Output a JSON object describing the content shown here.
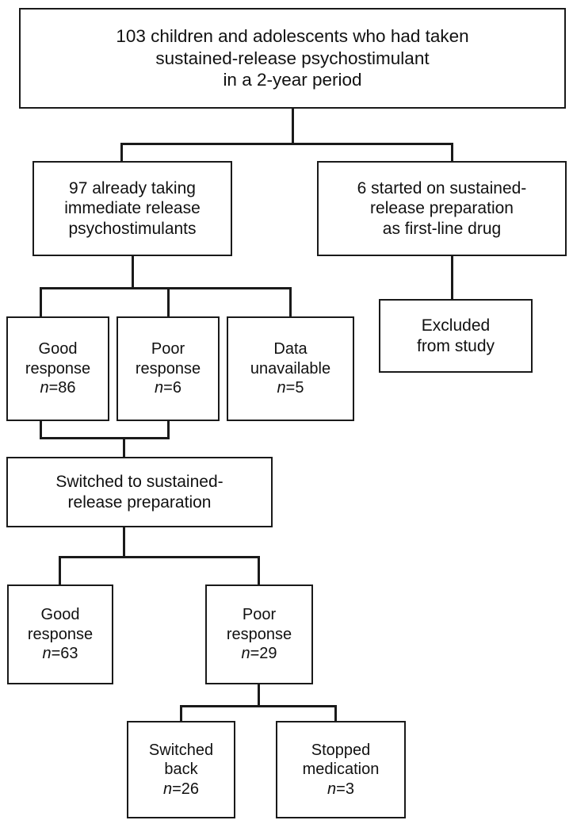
{
  "diagram": {
    "title": "Study flow of children and adolescents taking sustained-release psychostimulant",
    "type": "flowchart",
    "line_color": "#1a1a1a",
    "background_color": "#ffffff"
  },
  "nodes": {
    "cohort": {
      "id": "cohort",
      "lines": [
        "103 children and adolescents who had taken",
        "sustained-release psychostimulant",
        "in a 2-year period"
      ],
      "count": 103
    },
    "already_taking": {
      "id": "already-taking-immediate-release",
      "lines": [
        "97 already taking",
        "immediate release",
        "psychostimulants"
      ],
      "count": 97
    },
    "started_sustained": {
      "id": "started-on-sustained-release",
      "lines": [
        "6 started on sustained-",
        "release preparation",
        "as first-line drug"
      ],
      "count": 6
    },
    "excluded": {
      "id": "excluded-from-study",
      "lines": [
        "Excluded",
        "from study"
      ]
    },
    "good_86": {
      "id": "good-response-86",
      "lines": [
        "Good",
        "response"
      ],
      "n_prefix": "n",
      "n_value": "=86",
      "count": 86
    },
    "poor_6": {
      "id": "poor-response-6",
      "lines": [
        "Poor",
        "response"
      ],
      "n_prefix": "n",
      "n_value": "=6",
      "count": 6
    },
    "data_unavailable_5": {
      "id": "data-unavailable-5",
      "lines": [
        "Data",
        "unavailable"
      ],
      "n_prefix": "n",
      "n_value": "=5",
      "count": 5
    },
    "switched_to_sustained": {
      "id": "switched-to-sustained-release",
      "lines": [
        "Switched to sustained-",
        "release preparation"
      ]
    },
    "good_63": {
      "id": "good-response-63",
      "lines": [
        "Good",
        "response"
      ],
      "n_prefix": "n",
      "n_value": "=63",
      "count": 63
    },
    "poor_29": {
      "id": "poor-response-29",
      "lines": [
        "Poor",
        "response"
      ],
      "n_prefix": "n",
      "n_value": "=29",
      "count": 29
    },
    "switched_back_26": {
      "id": "switched-back-26",
      "lines": [
        "Switched",
        "back"
      ],
      "n_prefix": "n",
      "n_value": "=26",
      "count": 26
    },
    "stopped_medication_3": {
      "id": "stopped-medication-3",
      "lines": [
        "Stopped",
        "medication"
      ],
      "n_prefix": "n",
      "n_value": "=3",
      "count": 3
    }
  },
  "edges": [
    {
      "from": "cohort",
      "to": "already_taking"
    },
    {
      "from": "cohort",
      "to": "started_sustained"
    },
    {
      "from": "started_sustained",
      "to": "excluded"
    },
    {
      "from": "already_taking",
      "to": "good_86"
    },
    {
      "from": "already_taking",
      "to": "poor_6"
    },
    {
      "from": "already_taking",
      "to": "data_unavailable_5"
    },
    {
      "from": "good_86",
      "to": "switched_to_sustained"
    },
    {
      "from": "poor_6",
      "to": "switched_to_sustained"
    },
    {
      "from": "switched_to_sustained",
      "to": "good_63"
    },
    {
      "from": "switched_to_sustained",
      "to": "poor_29"
    },
    {
      "from": "poor_29",
      "to": "switched_back_26"
    },
    {
      "from": "poor_29",
      "to": "stopped_medication_3"
    }
  ]
}
